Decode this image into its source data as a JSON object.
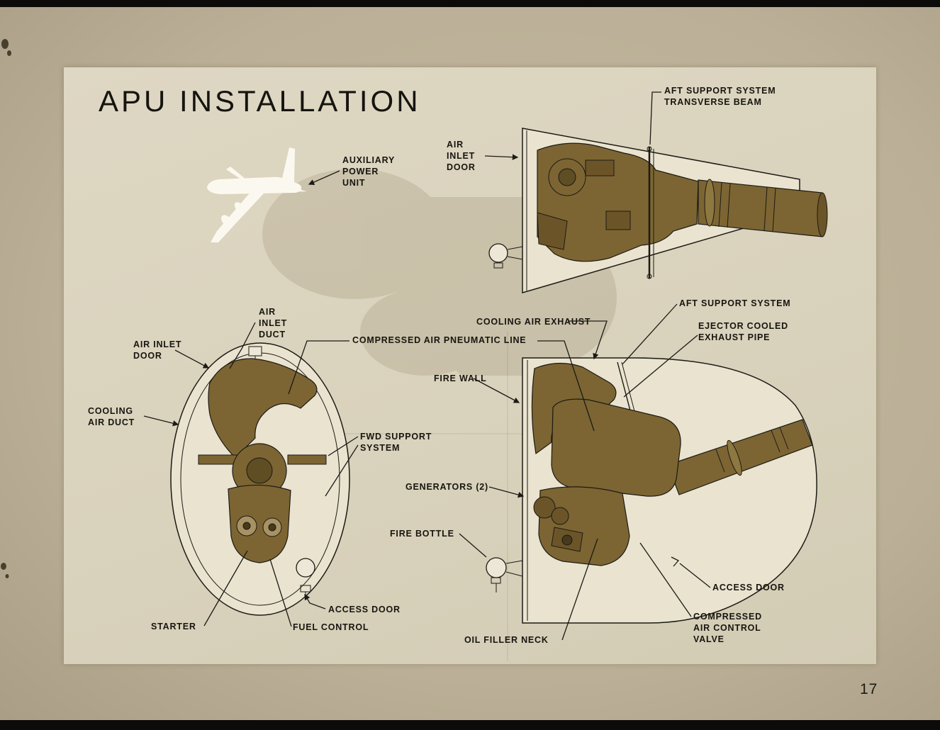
{
  "title": "APU INSTALLATION",
  "page_number": "17",
  "labels": {
    "aft_support_transverse_beam": "AFT SUPPORT SYSTEM\nTRANSVERSE BEAM",
    "air_inlet_door_top": "AIR\nINLET\nDOOR",
    "auxiliary_power_unit": "AUXILIARY\nPOWER\nUNIT",
    "air_inlet_duct": "AIR\nINLET\nDUCT",
    "air_inlet_door_left": "AIR INLET\nDOOR",
    "compressed_air_pneumatic_line": "COMPRESSED AIR PNEUMATIC LINE",
    "cooling_air_exhaust": "COOLING AIR EXHAUST",
    "aft_support_system": "AFT SUPPORT SYSTEM",
    "ejector_cooled_exhaust_pipe": "EJECTOR COOLED\nEXHAUST PIPE",
    "fire_wall": "FIRE WALL",
    "cooling_air_duct": "COOLING\nAIR DUCT",
    "fwd_support_system": "FWD SUPPORT\nSYSTEM",
    "generators": "GENERATORS (2)",
    "fire_bottle": "FIRE BOTTLE",
    "access_door_left": "ACCESS DOOR",
    "starter": "STARTER",
    "fuel_control": "FUEL CONTROL",
    "oil_filler_neck": "OIL FILLER NECK",
    "access_door_right": "ACCESS DOOR",
    "compressed_air_control_valve": "COMPRESSED\nAIR CONTROL\nVALVE"
  },
  "colors": {
    "page_background": "#d9d2bc",
    "outer_background": "#bbb097",
    "ink": "#17150f",
    "diagram_brown": "#7c6533",
    "diagram_white": "#e9e3d0"
  }
}
